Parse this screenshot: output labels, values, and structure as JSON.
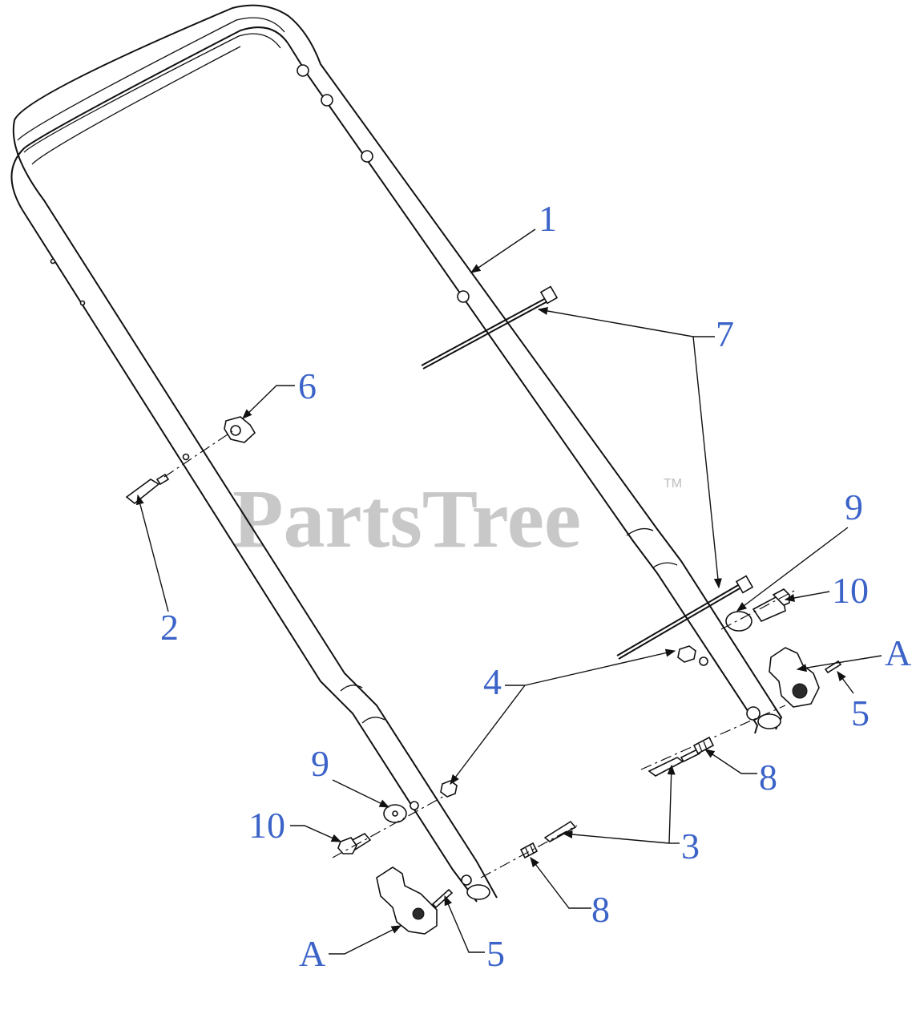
{
  "watermark": {
    "text": "PartsTree",
    "tm": "TM"
  },
  "callouts": {
    "c1": "1",
    "c2": "2",
    "c3": "3",
    "c4": "4",
    "c5_right": "5",
    "c5_bottom": "5",
    "c6": "6",
    "c7": "7",
    "c8_right": "8",
    "c8_bottom": "8",
    "c9_right": "9",
    "c9_left": "9",
    "c10_right": "10",
    "c10_left": "10",
    "cA_right": "A",
    "cA_bottom": "A"
  },
  "colors": {
    "callout": "#3b63c8",
    "watermark": "#c8c8c8",
    "line": "#111111"
  }
}
